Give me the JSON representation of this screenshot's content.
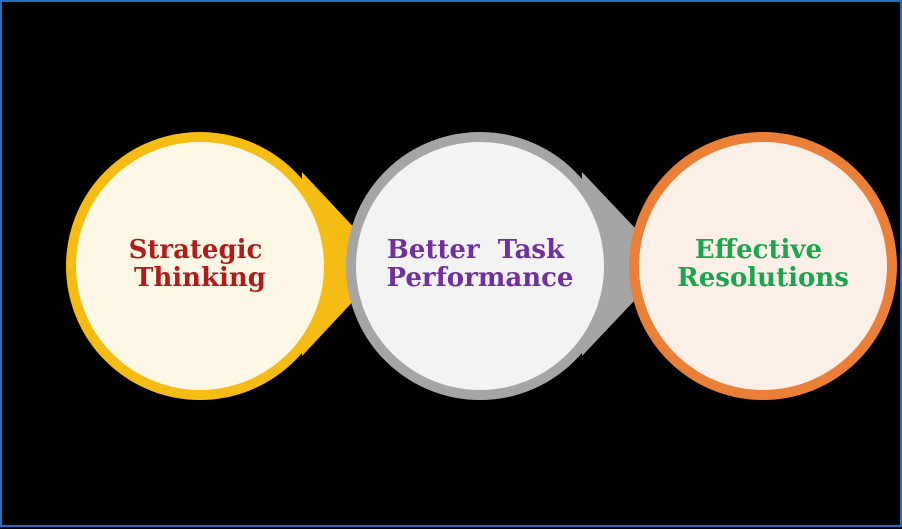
{
  "diagram": {
    "steps": [
      {
        "lines": [
          "Strategic",
          "Thinking"
        ],
        "fill": "#fdf7e6",
        "ring": "#f5bc14",
        "text_color": "#b31b1b"
      },
      {
        "lines": [
          "Better  Task",
          "Performance"
        ],
        "fill": "#f3f3f3",
        "ring": "#a5a5a5",
        "text_color": "#7030a0"
      },
      {
        "lines": [
          "Effective",
          "Resolutions"
        ],
        "fill": "#fcefe8",
        "ring": "#ea7f37",
        "text_color": "#1aa64f"
      }
    ],
    "colors": {
      "background": "#000000",
      "frame_border": "#1f6fc2"
    }
  }
}
